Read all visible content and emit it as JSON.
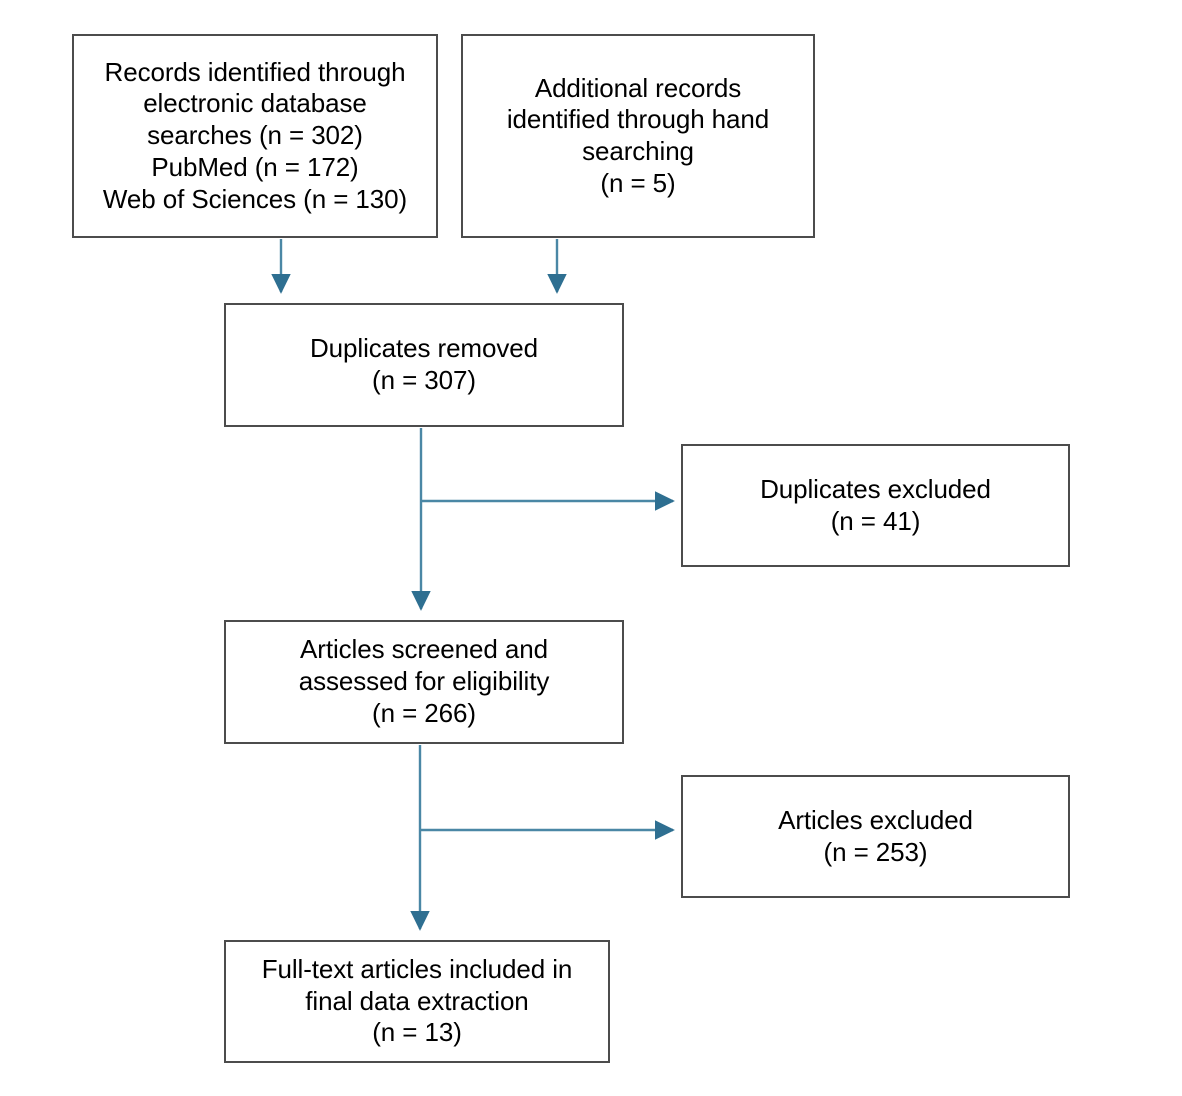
{
  "diagram": {
    "type": "prisma-flow-diagram",
    "title": "",
    "colors": {
      "box_border": "#4c4c4c",
      "box_fill": "#ffffff",
      "connector": "#2e6f91",
      "text": "#000000"
    },
    "nodes": [
      {
        "id": "records-identified",
        "name": "records-identified-box",
        "lines": [
          "Records identified through",
          "electronic database",
          "searches (n = 302)",
          "PubMed (n = 172)",
          "Web of Sciences (n = 130)"
        ],
        "text": "Records identified through\nelectronic database\nsearches (n = 302)\nPubMed (n = 172)\nWeb of Sciences (n = 130)",
        "counts": {
          "total": 302,
          "PubMed": 172,
          "Web of Sciences": 130
        }
      },
      {
        "id": "additional-records",
        "name": "additional-records-box",
        "lines": [
          "Additional records",
          "identified through hand",
          "searching",
          "(n = 5)"
        ],
        "text": "Additional records\nidentified through hand\nsearching\n(n = 5)",
        "counts": {
          "total": 5
        }
      },
      {
        "id": "duplicates-removed",
        "name": "duplicates-removed-box",
        "lines": [
          "Duplicates removed",
          "(n = 307)"
        ],
        "text": "Duplicates removed\n(n = 307)",
        "counts": {
          "total": 307
        }
      },
      {
        "id": "duplicates-excluded",
        "name": "duplicates-excluded-box",
        "lines": [
          "Duplicates excluded",
          "(n = 41)"
        ],
        "text": "Duplicates excluded\n(n = 41)",
        "counts": {
          "total": 41
        }
      },
      {
        "id": "articles-screened",
        "name": "articles-screened-box",
        "lines": [
          "Articles screened and",
          "assessed for eligibility",
          "(n = 266)"
        ],
        "text": "Articles screened and\nassessed for eligibility\n(n = 266)",
        "counts": {
          "total": 266
        }
      },
      {
        "id": "articles-excluded",
        "name": "articles-excluded-box",
        "lines": [
          "Articles excluded",
          "(n = 253)"
        ],
        "text": "Articles excluded\n(n = 253)",
        "counts": {
          "total": 253
        }
      },
      {
        "id": "fulltext-included",
        "name": "fulltext-included-box",
        "lines": [
          "Full-text articles included in",
          "final data extraction",
          "(n = 13)"
        ],
        "text": "Full-text articles included in\nfinal data extraction\n(n = 13)",
        "counts": {
          "total": 13
        }
      }
    ],
    "edges": [
      {
        "id": "e1",
        "from": "records-identified",
        "to": "duplicates-removed",
        "direction": "down"
      },
      {
        "id": "e2",
        "from": "additional-records",
        "to": "duplicates-removed",
        "direction": "down"
      },
      {
        "id": "e3",
        "from": "duplicates-removed",
        "to": "duplicates-excluded",
        "direction": "right"
      },
      {
        "id": "e4",
        "from": "duplicates-removed",
        "to": "articles-screened",
        "direction": "down"
      },
      {
        "id": "e5",
        "from": "articles-screened",
        "to": "articles-excluded",
        "direction": "right"
      },
      {
        "id": "e6",
        "from": "articles-screened",
        "to": "fulltext-included",
        "direction": "down"
      }
    ]
  }
}
